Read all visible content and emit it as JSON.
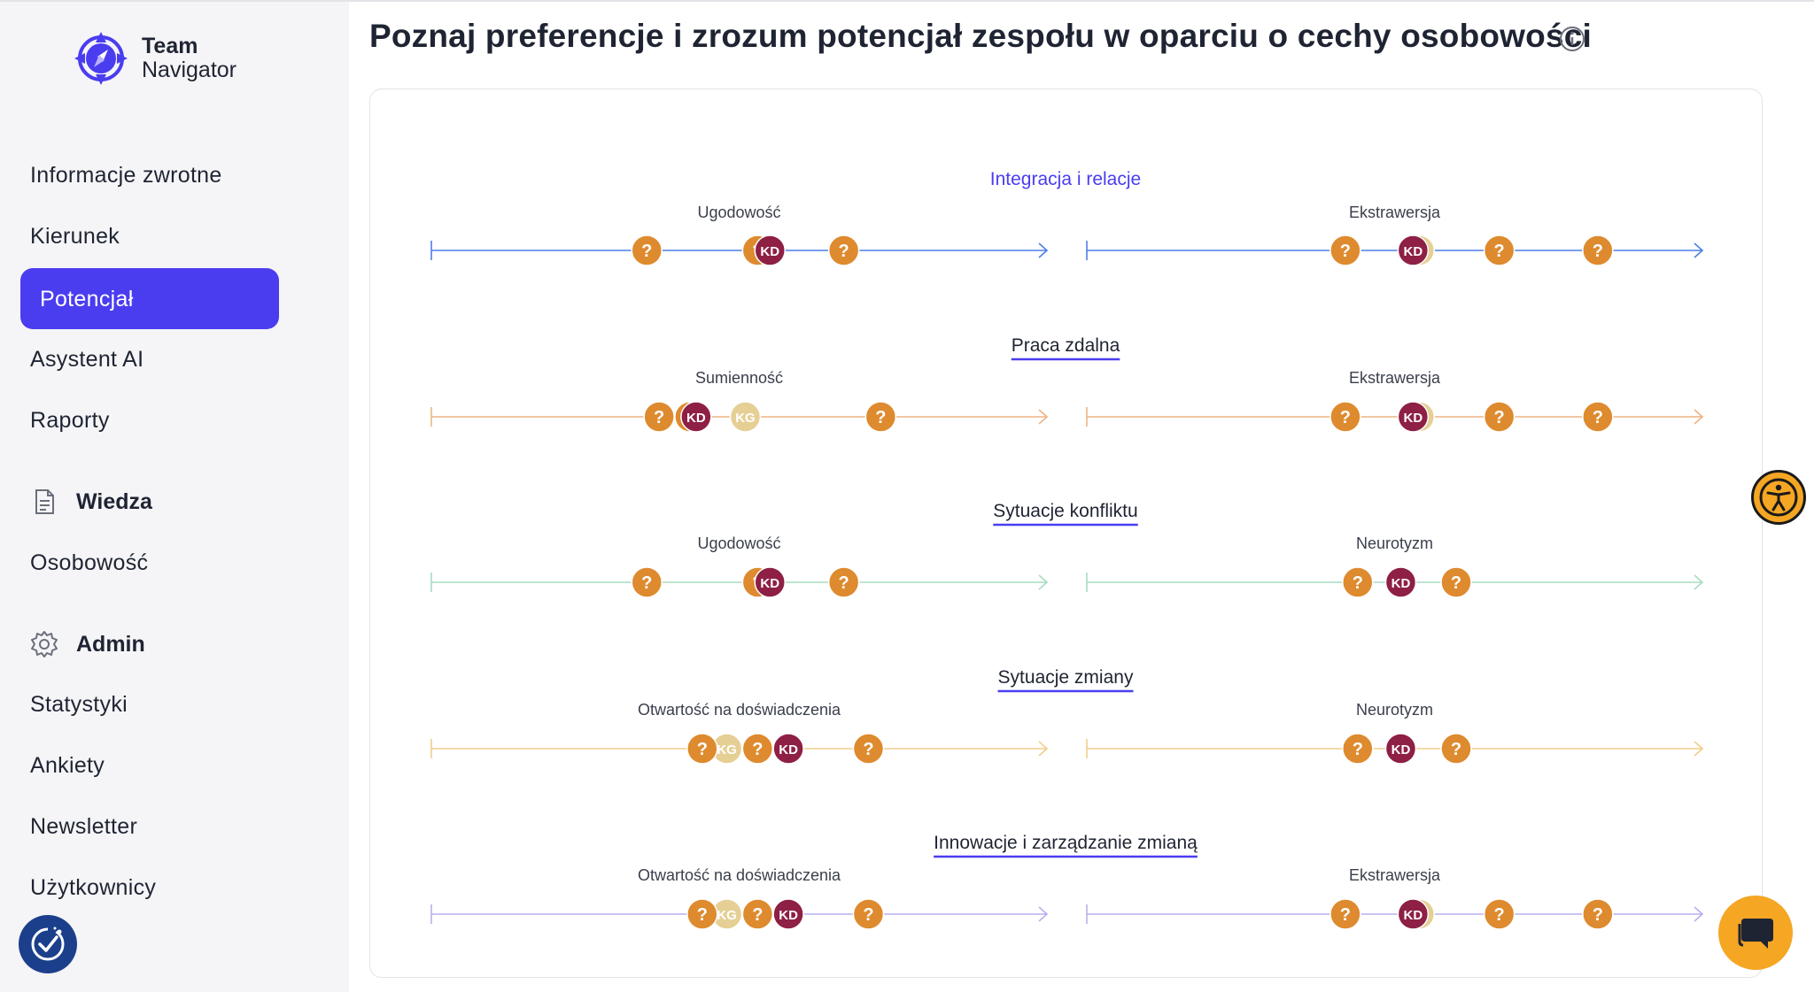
{
  "brand": {
    "line1": "Team",
    "line2": "Navigator"
  },
  "sidebar": {
    "items": [
      {
        "label": "Informacje zwrotne"
      },
      {
        "label": "Kierunek"
      },
      {
        "label": "Potencjał",
        "active": true
      },
      {
        "label": "Asystent AI"
      },
      {
        "label": "Raporty"
      }
    ],
    "knowledge_section": {
      "label": "Wiedza",
      "icon": "document-icon",
      "items": [
        {
          "label": "Osobowość"
        }
      ]
    },
    "admin_section": {
      "label": "Admin",
      "icon": "gear-icon",
      "items": [
        {
          "label": "Statystyki"
        },
        {
          "label": "Ankiety"
        },
        {
          "label": "Newsletter"
        },
        {
          "label": "Użytkownicy"
        }
      ]
    }
  },
  "page_title": "Poznaj preferencje i zrozum potencjał zespołu w oparciu o cechy osobowości",
  "colors": {
    "accent": "#4a3df0",
    "marker_unknown": "#de8a2e",
    "marker_kd": "#8e1f45",
    "marker_kg": "#e6cf95"
  },
  "sections": [
    {
      "title": "Integracja i relacje",
      "title_color": "#4a3df0",
      "underline": false,
      "line_color": "#4d7fe8",
      "scales": [
        {
          "label": "Ugodowość",
          "markers": [
            {
              "pos": 0.35,
              "type": "unknown",
              "text": "?"
            },
            {
              "pos": 0.53,
              "type": "unknown",
              "text": "?"
            },
            {
              "pos": 0.55,
              "type": "kd",
              "text": "KD"
            },
            {
              "pos": 0.67,
              "type": "unknown",
              "text": "?"
            }
          ]
        },
        {
          "label": "Ekstrawersja",
          "markers": [
            {
              "pos": 0.42,
              "type": "unknown",
              "text": "?"
            },
            {
              "pos": 0.54,
              "type": "kg",
              "text": ""
            },
            {
              "pos": 0.53,
              "type": "kd",
              "text": "KD"
            },
            {
              "pos": 0.67,
              "type": "unknown",
              "text": "?"
            },
            {
              "pos": 0.83,
              "type": "unknown",
              "text": "?"
            }
          ]
        }
      ]
    },
    {
      "title": "Praca zdalna",
      "title_color": "#1f2433",
      "underline": true,
      "line_color": "#eeb482",
      "scales": [
        {
          "label": "Sumienność",
          "markers": [
            {
              "pos": 0.37,
              "type": "unknown",
              "text": "?"
            },
            {
              "pos": 0.42,
              "type": "unknown",
              "text": ""
            },
            {
              "pos": 0.43,
              "type": "kd",
              "text": "KD"
            },
            {
              "pos": 0.51,
              "type": "kg",
              "text": "KG"
            },
            {
              "pos": 0.73,
              "type": "unknown",
              "text": "?"
            }
          ]
        },
        {
          "label": "Ekstrawersja",
          "markers": [
            {
              "pos": 0.42,
              "type": "unknown",
              "text": "?"
            },
            {
              "pos": 0.54,
              "type": "kg",
              "text": ""
            },
            {
              "pos": 0.53,
              "type": "kd",
              "text": "KD"
            },
            {
              "pos": 0.67,
              "type": "unknown",
              "text": "?"
            },
            {
              "pos": 0.83,
              "type": "unknown",
              "text": "?"
            }
          ]
        }
      ]
    },
    {
      "title": "Sytuacje konfliktu",
      "title_color": "#1f2433",
      "underline": true,
      "line_color": "#a8dcc0",
      "scales": [
        {
          "label": "Ugodowość",
          "markers": [
            {
              "pos": 0.35,
              "type": "unknown",
              "text": "?"
            },
            {
              "pos": 0.53,
              "type": "unknown",
              "text": "?"
            },
            {
              "pos": 0.55,
              "type": "kd",
              "text": "KD"
            },
            {
              "pos": 0.67,
              "type": "unknown",
              "text": "?"
            }
          ]
        },
        {
          "label": "Neurotyzm",
          "markers": [
            {
              "pos": 0.44,
              "type": "unknown",
              "text": "?"
            },
            {
              "pos": 0.51,
              "type": "kd",
              "text": "KD"
            },
            {
              "pos": 0.6,
              "type": "unknown",
              "text": "?"
            }
          ]
        }
      ]
    },
    {
      "title": "Sytuacje zmiany",
      "title_color": "#1f2433",
      "underline": true,
      "line_color": "#f0ce8a",
      "scales": [
        {
          "label": "Otwartość na doświadczenia",
          "markers": [
            {
              "pos": 0.44,
              "type": "unknown",
              "text": "?"
            },
            {
              "pos": 0.48,
              "type": "kg",
              "text": "KG"
            },
            {
              "pos": 0.53,
              "type": "unknown",
              "text": "?"
            },
            {
              "pos": 0.58,
              "type": "kd",
              "text": "KD"
            },
            {
              "pos": 0.71,
              "type": "unknown",
              "text": "?"
            }
          ]
        },
        {
          "label": "Neurotyzm",
          "markers": [
            {
              "pos": 0.44,
              "type": "unknown",
              "text": "?"
            },
            {
              "pos": 0.51,
              "type": "kd",
              "text": "KD"
            },
            {
              "pos": 0.6,
              "type": "unknown",
              "text": "?"
            }
          ]
        }
      ]
    },
    {
      "title": "Innowacje i zarządzanie zmianą",
      "title_color": "#1f2433",
      "underline": true,
      "line_color": "#b7b0ee",
      "scales": [
        {
          "label": "Otwartość na doświadczenia",
          "markers": [
            {
              "pos": 0.44,
              "type": "unknown",
              "text": "?"
            },
            {
              "pos": 0.48,
              "type": "kg",
              "text": "KG"
            },
            {
              "pos": 0.53,
              "type": "unknown",
              "text": "?"
            },
            {
              "pos": 0.58,
              "type": "kd",
              "text": "KD"
            },
            {
              "pos": 0.71,
              "type": "unknown",
              "text": "?"
            }
          ]
        },
        {
          "label": "Ekstrawersja",
          "markers": [
            {
              "pos": 0.42,
              "type": "unknown",
              "text": "?"
            },
            {
              "pos": 0.54,
              "type": "kg",
              "text": ""
            },
            {
              "pos": 0.53,
              "type": "kd",
              "text": "KD"
            },
            {
              "pos": 0.67,
              "type": "unknown",
              "text": "?"
            },
            {
              "pos": 0.83,
              "type": "unknown",
              "text": "?"
            }
          ]
        }
      ]
    }
  ],
  "widgets": {
    "accessibility_icon": "accessibility-icon",
    "chat_icon": "chat-icon",
    "badge_icon": "check-badge-icon"
  }
}
